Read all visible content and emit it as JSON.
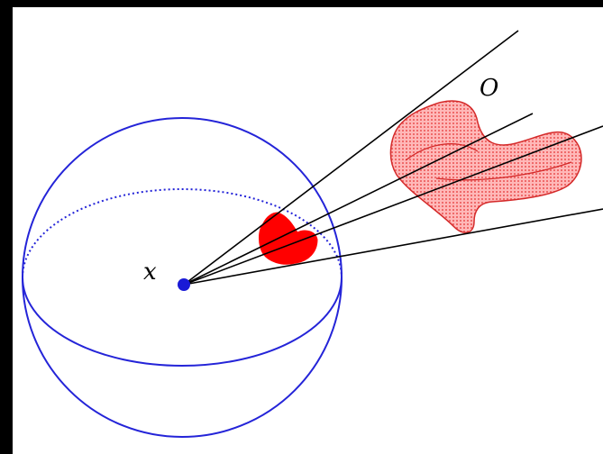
{
  "diagram": {
    "labels": {
      "point": "x",
      "object": "O"
    },
    "colors": {
      "background": "#ffffff",
      "frame": "#000000",
      "sphere_outline": "#2424d8",
      "rays": "#000000",
      "projection_fill": "#ff0000",
      "object_fill": "#ff8a8a",
      "object_stroke": "#d42a2a",
      "center_point": "#1a1ad6"
    },
    "components": [
      "unit-sphere",
      "center-point",
      "projected-solid-angle-patch",
      "object-O",
      "bounding-rays"
    ]
  }
}
